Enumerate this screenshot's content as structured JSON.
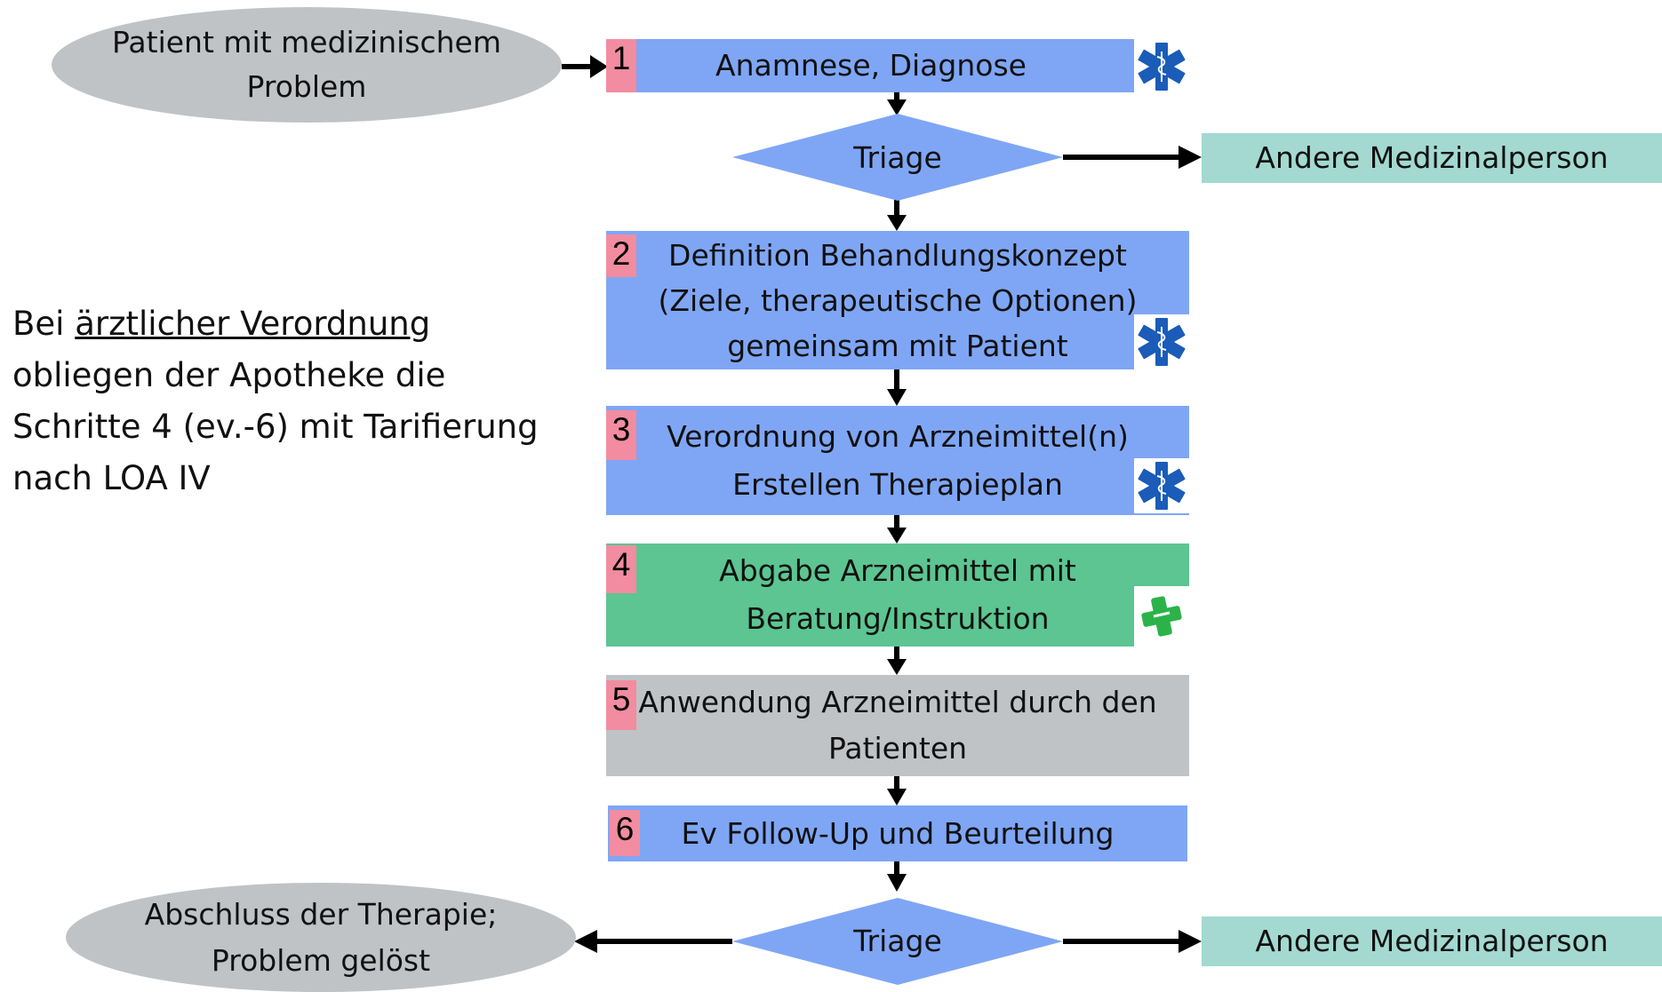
{
  "start": {
    "line1": "Patient mit medizinischem",
    "line2": "Problem"
  },
  "steps": [
    {
      "number": "1",
      "line1": "Anamnese, Diagnose"
    },
    {
      "number": "2",
      "line1": "Definition Behandlungskonzept",
      "line2": "(Ziele, therapeutische Optionen)",
      "line3": "gemeinsam mit Patient"
    },
    {
      "number": "3",
      "line1": "Verordnung von Arzneimittel(n)",
      "line2": "Erstellen Therapieplan"
    },
    {
      "number": "4",
      "line1": "Abgabe Arzneimittel mit",
      "line2": "Beratung/Instruktion"
    },
    {
      "number": "5",
      "line1": "Anwendung Arzneimittel durch den",
      "line2": "Patienten"
    },
    {
      "number": "6",
      "line1": "Ev Follow-Up und Beurteilung"
    }
  ],
  "triage_top": {
    "label": "Triage",
    "target": "Andere Medizinalperson"
  },
  "triage_bottom": {
    "label": "Triage",
    "target": "Andere Medizinalperson"
  },
  "end": {
    "line1": "Abschluss der Therapie;",
    "line2": "Problem gelöst"
  },
  "note": {
    "prefix": "Bei ",
    "underlined": "ärztlicher Verordnung",
    "line2": "obliegen der Apotheke die",
    "line3": "Schritte 4 (ev.-6) mit Tarifierung",
    "line4": "nach LOA IV"
  },
  "colors": {
    "step_blue": "#7fa6f5",
    "step_green": "#5cc592",
    "step_grey": "#c0c3c6",
    "teal_box": "#a3d9d0",
    "number_badge": "#f28ca0",
    "medical_icon": "#1a5cb8",
    "pharmacy_icon": "#2bb34a"
  },
  "icons": [
    "star-of-life-icon",
    "pharmacy-cross-icon"
  ]
}
